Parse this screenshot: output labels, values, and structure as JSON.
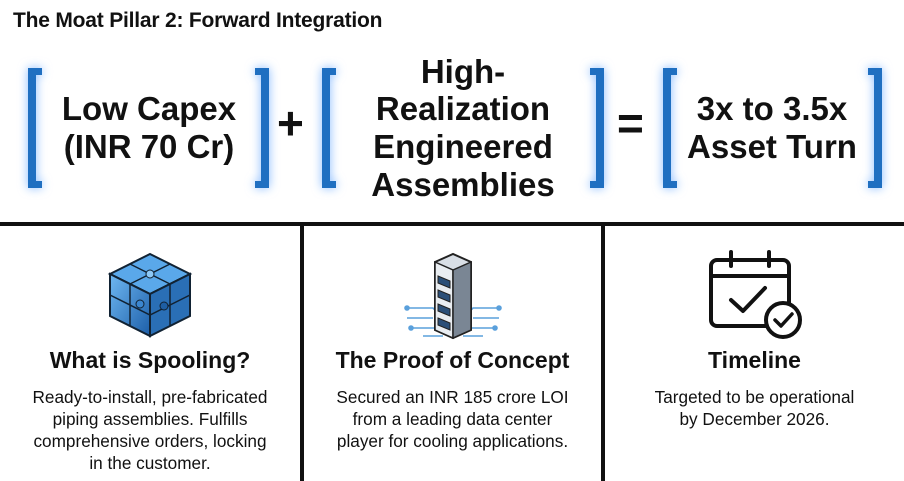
{
  "title": "The Moat Pillar 2: Forward Integration",
  "equation": {
    "term1": "Low Capex\n(INR 70 Cr)",
    "op1": "+",
    "term2": "High-Realization\nEngineered\nAssemblies",
    "op2": "=",
    "term3": "3x to 3.5x\nAsset Turn",
    "accent_color": "#1f6fc1"
  },
  "columns": [
    {
      "icon": "puzzle-cube-icon",
      "heading": "What is Spooling?",
      "body": "Ready-to-install, pre-fabricated\npiping assemblies. Fulfills\ncomprehensive orders, locking\nin the customer."
    },
    {
      "icon": "server-rack-icon",
      "heading": "The Proof of Concept",
      "body": "Secured an INR 185 crore LOI\nfrom a leading data center\nplayer for cooling applications."
    },
    {
      "icon": "calendar-check-icon",
      "heading": "Timeline",
      "body": "Targeted to be operational\nby December 2026."
    }
  ]
}
